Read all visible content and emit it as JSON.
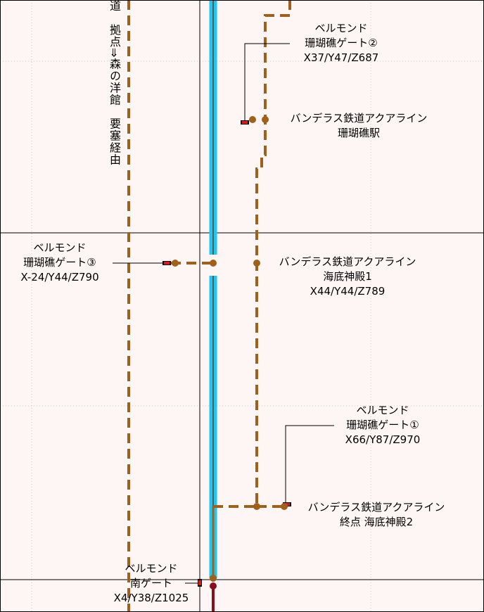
{
  "colors": {
    "background": "#fdf6f4",
    "frame": "#000000",
    "rail_water": "#1ec8f0",
    "route": "#a0601a",
    "station": "#a0601a",
    "gate_marker": "#000000",
    "gate_marker_inner": "#e01818",
    "south_line": "#8b0e1e"
  },
  "road_label": {
    "text": "道　拠点⇒森の洋館　要塞経由"
  },
  "gates": {
    "gate2": {
      "line1": "ベルモンド",
      "line2": "珊瑚礁ゲート②",
      "coords": "X37/Y47/Z687"
    },
    "gate3": {
      "line1": "ベルモンド",
      "line2": "珊瑚礁ゲート③",
      "coords": "X-24/Y44/Z790"
    },
    "gate1": {
      "line1": "ベルモンド",
      "line2": "珊瑚礁ゲート①",
      "coords": "X66/Y87/Z970"
    },
    "south": {
      "line1": "ベルモンド",
      "line2": "南ゲート",
      "coords": "X4/Y38/Z1025"
    }
  },
  "stations": {
    "coral": {
      "line1": "バンデラス鉄道アクアライン",
      "line2": "珊瑚礁駅"
    },
    "temple1": {
      "line1": "バンデラス鉄道アクアライン",
      "line2": "海底神殿1",
      "coords": "X44/Y44/Z789"
    },
    "terminal": {
      "line1": "バンデラス鉄道アクアライン",
      "line2": "終点 海底神殿2"
    }
  }
}
